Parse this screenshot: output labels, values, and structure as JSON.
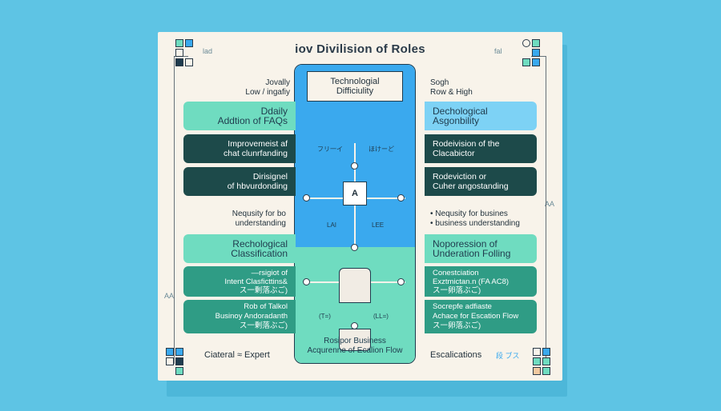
{
  "title": "iov Divilision of Roles",
  "corner_labels": {
    "top_left": "lad",
    "top_right": "fal",
    "right_mid_a": "AA",
    "left_mid_b": "AA"
  },
  "center": {
    "header": [
      "Technologial",
      "Difficiulity"
    ],
    "box_label": "A",
    "caption_top_left": "フリ一イ",
    "caption_top_right": "ほけーど",
    "caption_mid_left": "LAI",
    "caption_mid_right": "LEE",
    "caption_low_left": "(T=)",
    "caption_low_right": "(LL=)",
    "footer": [
      "Rosipor  Business",
      "Acqurenne of Ecalion Flow"
    ]
  },
  "left": {
    "axis_label": [
      "Jovally",
      "Low   /   ingafiy"
    ],
    "rows": [
      {
        "style": "mint",
        "lines": [
          "Ddaily",
          "Addtion of FAQs"
        ]
      },
      {
        "style": "dark",
        "lines": [
          "Improvemeist af",
          "chat clunrfanding"
        ]
      },
      {
        "style": "dark",
        "lines": [
          "Dirisignel",
          "of hbvurdonding"
        ]
      },
      {
        "style": "plain",
        "lines": [
          "Nequsity for bo",
          "understanding"
        ]
      },
      {
        "style": "mint",
        "lines": [
          "Rechological",
          "Classification"
        ]
      },
      {
        "style": "teal",
        "lines": [
          "—rsigiot of",
          "Intent Clasficttins&",
          "ス一剰落ぶご)"
        ]
      },
      {
        "style": "teal",
        "lines": [
          "Rob of Talkol",
          "Businoy Andoradanth",
          "ス一剰落ぶご)"
        ]
      }
    ],
    "footer": "Ciateral  ≈  Expert"
  },
  "right": {
    "axis_label": [
      "Sogh",
      "Row   &   High"
    ],
    "rows": [
      {
        "style": "sky",
        "lines": [
          "Dechological",
          "Asgonbility"
        ]
      },
      {
        "style": "dark",
        "lines": [
          "Rodeivision of the",
          "Clacabictor"
        ]
      },
      {
        "style": "dark",
        "lines": [
          "Rodeviction or",
          "Cuher angostanding"
        ]
      },
      {
        "style": "plain",
        "lines": [
          "• Nequsity for busines",
          "• business understanding"
        ]
      },
      {
        "style": "mint",
        "lines": [
          "Noporession of",
          "Underation Folling"
        ]
      },
      {
        "style": "teal",
        "lines": [
          "Conestciation",
          "Exztmictan.n (FA AC8)",
          "ス一卵落ぶご)"
        ]
      },
      {
        "style": "teal",
        "lines": [
          "Socrepfe adfiaste",
          "Achace for Escation Flow",
          "ス一卵落ぶご)"
        ]
      }
    ],
    "footer": "Escalications",
    "footer_small": "段 ブス"
  },
  "colors": {
    "background": "#5ec4e4",
    "board": "#f8f3ea",
    "center_top": "#3aa9ee",
    "center_bottom": "#6fdcc0",
    "mint": "#6fdcc0",
    "sky": "#7dd2f5",
    "dark": "#1d4a4a",
    "teal": "#2f9c85"
  }
}
